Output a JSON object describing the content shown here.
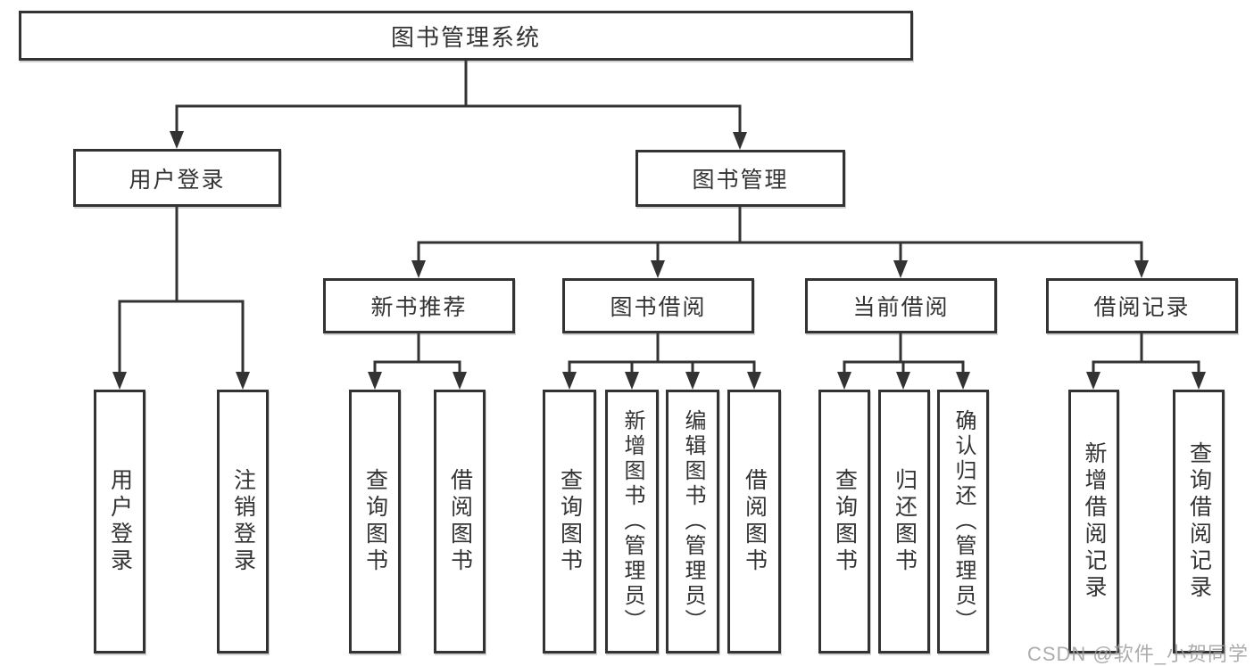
{
  "diagram_title": "图书管理系统",
  "nodes": {
    "root": {
      "label": "图书管理系统"
    },
    "user_login": {
      "label": "用户登录"
    },
    "book_mgmt": {
      "label": "图书管理"
    },
    "new_book_rec": {
      "label": "新书推荐"
    },
    "book_borrow": {
      "label": "图书借阅"
    },
    "current_borrow": {
      "label": "当前借阅"
    },
    "borrow_records": {
      "label": "借阅记录"
    },
    "leaf_user_login": {
      "label": "用户登录"
    },
    "leaf_logout": {
      "label": "注销登录"
    },
    "leaf_nbr_query_books": {
      "label": "查询图书"
    },
    "leaf_nbr_borrow_books": {
      "label": "借阅图书"
    },
    "leaf_bb_query_books": {
      "label": "查询图书"
    },
    "leaf_bb_add_books": {
      "label": "新增图书（管理员）"
    },
    "leaf_bb_edit_books": {
      "label": "编辑图书（管理员）"
    },
    "leaf_bb_borrow_books": {
      "label": "借阅图书"
    },
    "leaf_cb_query_books": {
      "label": "查询图书"
    },
    "leaf_cb_return_books": {
      "label": "归还图书"
    },
    "leaf_cb_confirm_return": {
      "label": "确认归还（管理员）"
    },
    "leaf_br_add_record": {
      "label": "新增借阅记录"
    },
    "leaf_br_query_record": {
      "label": "查询借阅记录"
    }
  },
  "hierarchy": {
    "图书管理系统": {
      "用户登录": [
        "用户登录",
        "注销登录"
      ],
      "图书管理": {
        "新书推荐": [
          "查询图书",
          "借阅图书"
        ],
        "图书借阅": [
          "查询图书",
          "新增图书（管理员）",
          "编辑图书（管理员）",
          "借阅图书"
        ],
        "当前借阅": [
          "查询图书",
          "归还图书",
          "确认归还（管理员）"
        ],
        "借阅记录": [
          "新增借阅记录",
          "查询借阅记录"
        ]
      }
    }
  },
  "watermark": {
    "text": "CSDN @软件_小贺同学"
  },
  "colors": {
    "line": "#333333",
    "border": "#333333",
    "text": "#333333",
    "watermark": "#9e9e9e",
    "background": "#ffffff"
  }
}
